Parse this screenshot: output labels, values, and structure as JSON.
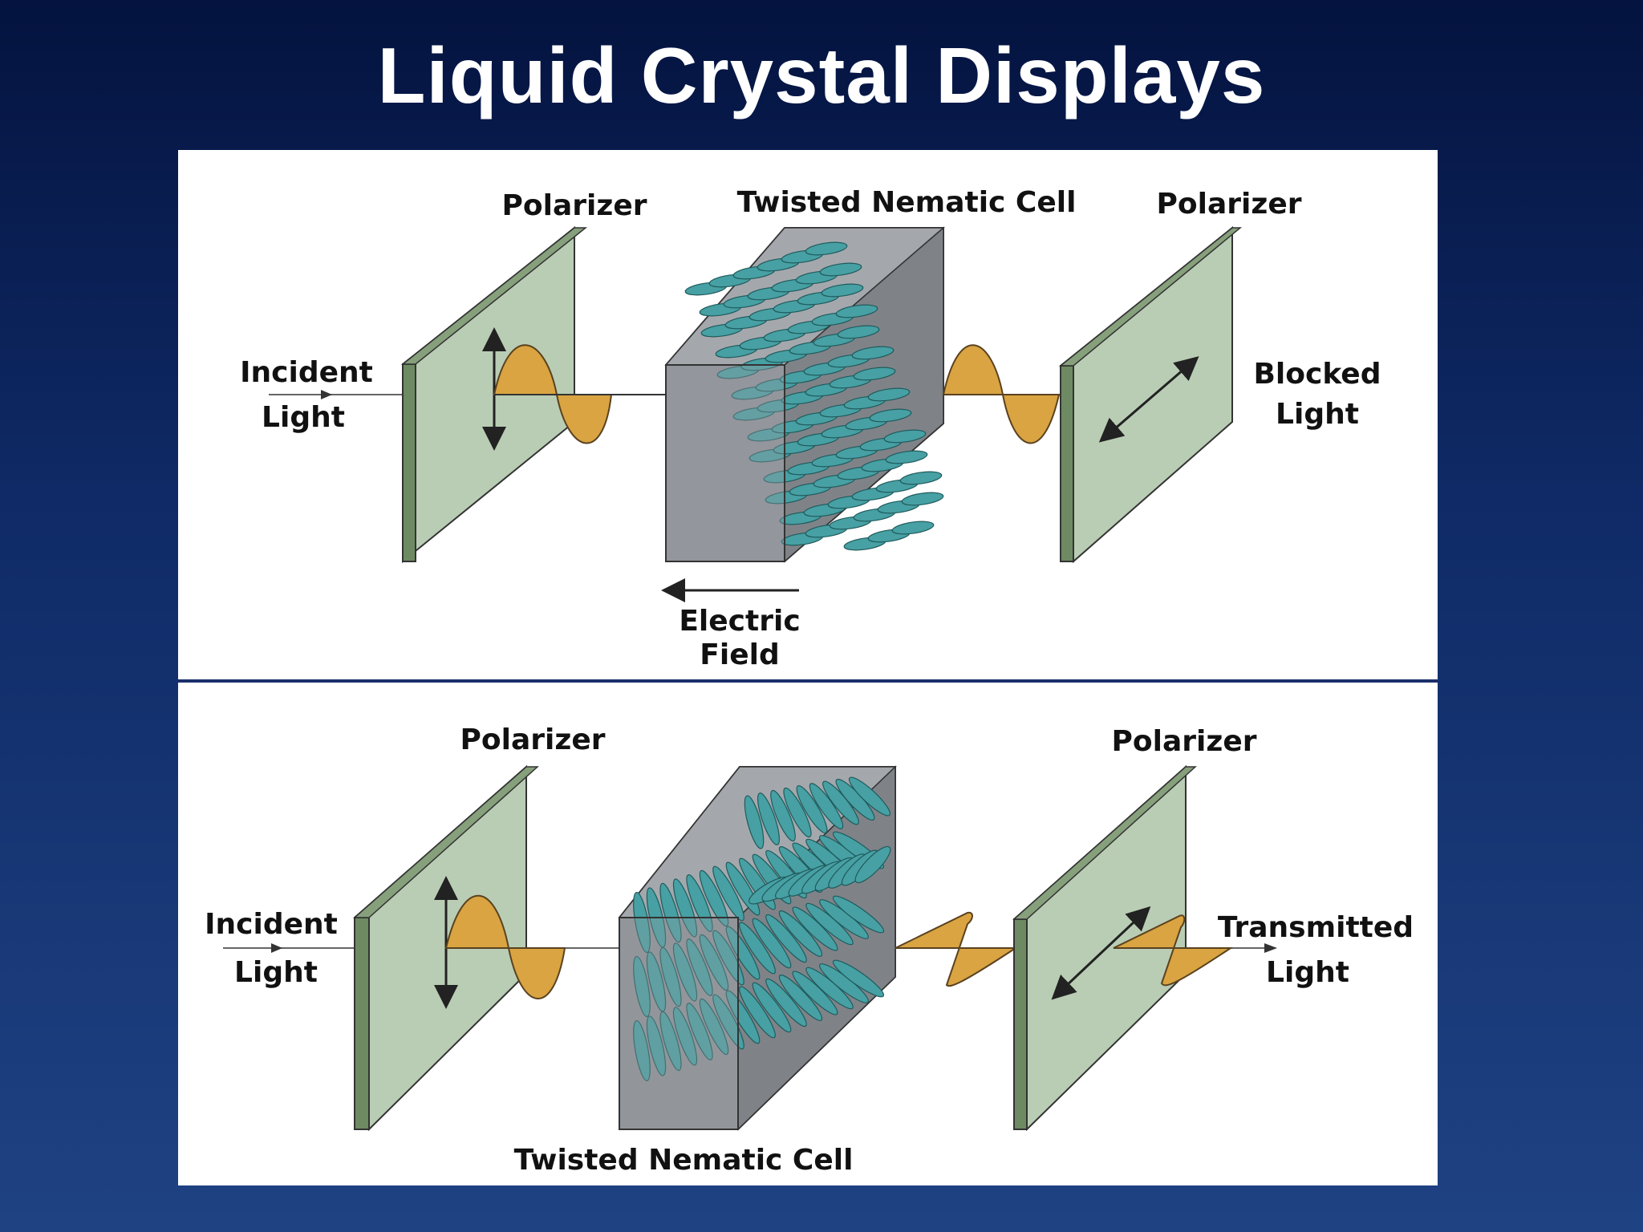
{
  "title": "Liquid Crystal Displays",
  "top_diagram": {
    "polarizer_left_label": "Polarizer",
    "cell_label": "Twisted Nematic Cell",
    "polarizer_right_label": "Polarizer",
    "incident_label_1": "Incident",
    "incident_label_2": "Light",
    "blocked_label_1": "Blocked",
    "blocked_label_2": "Light",
    "field_label_1": "Electric",
    "field_label_2": "Field"
  },
  "bottom_diagram": {
    "polarizer_left_label": "Polarizer",
    "polarizer_right_label": "Polarizer",
    "cell_label": "Twisted Nematic Cell",
    "incident_label_1": "Incident",
    "incident_label_2": "Light",
    "transmitted_label_1": "Transmitted",
    "transmitted_label_2": "Light"
  },
  "colors": {
    "polarizer_face": "#b9cdb4",
    "polarizer_edge": "#6e8a62",
    "cell_fill": "#8f9398",
    "crystal": "#47a0a3",
    "wave": "#d9a441",
    "background_top": "#04133f",
    "background_bottom": "#1f4283"
  }
}
